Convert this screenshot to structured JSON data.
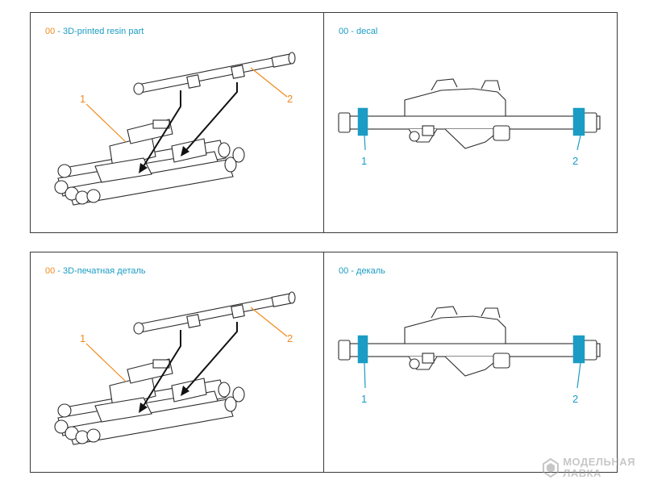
{
  "panels": {
    "en_resin": {
      "code": "00",
      "desc": " - 3D-printed resin part",
      "callout_1": "1",
      "callout_2": "2"
    },
    "en_decal": {
      "code": "00",
      "desc": " - decal",
      "callout_1": "1",
      "callout_2": "2"
    },
    "ru_resin": {
      "code": "00",
      "desc": " - 3D-печатная деталь",
      "callout_1": "1",
      "callout_2": "2"
    },
    "ru_decal": {
      "code": "00",
      "desc": " - декаль",
      "callout_1": "1",
      "callout_2": "2"
    }
  },
  "watermark": {
    "line1": "МОДЕЛЬНАЯ",
    "line2": "ЛАВКА"
  },
  "colors": {
    "resin_accent": "#f08a1c",
    "decal_accent": "#1a9cc4",
    "line": "#2b2b2b"
  },
  "icons": [
    "launcher-pod-iso",
    "launcher-side-view",
    "arrow-pointer",
    "shop-logo"
  ]
}
